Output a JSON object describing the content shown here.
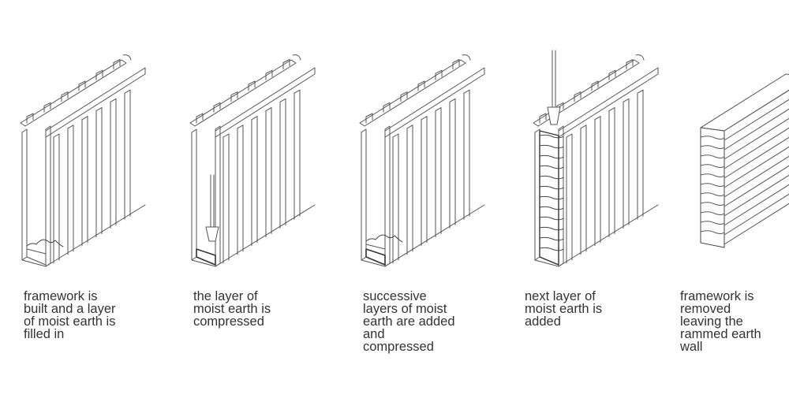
{
  "stages": [
    {
      "caption": "framework is\nbuilt and a layer\nof moist earth is\nfilled in"
    },
    {
      "caption": "the layer of\nmoist earth is\ncompressed"
    },
    {
      "caption": "successive\nlayers of moist\nearth are added\nand\ncompressed"
    },
    {
      "caption": "next layer of\nmoist earth is\nadded"
    },
    {
      "caption": "framework is\nremoved\nleaving the\nrammed earth\nwall"
    }
  ]
}
